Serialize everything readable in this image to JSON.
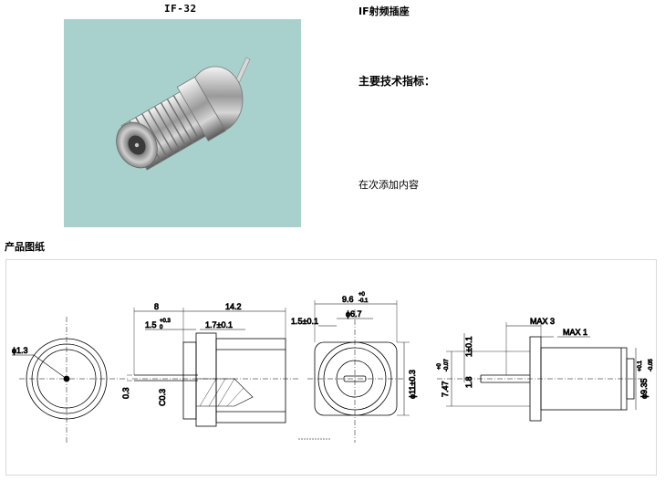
{
  "product": {
    "model": "IF-32",
    "type_title": "IF射频插座",
    "spec_heading": "主要技术指标：",
    "placeholder_text": "在次添加内容"
  },
  "drawing": {
    "heading": "产品图纸",
    "dims": {
      "d_1_3": "ϕ1.3",
      "len_8": "8",
      "len_14_2": "14.2",
      "len_1_5": "1.5",
      "len_1_5_tol_up": "+0.3",
      "len_1_5_tol_low": "0",
      "len_1_7": "1.7±0.1",
      "dim_0_3": "0.3",
      "c0_3": "C0.3",
      "w_9_6": "9.6",
      "w_9_6_tol_up": "+0",
      "w_9_6_tol_low": "-0.1",
      "d_6_7": "ϕ6.7",
      "w_1_5": "1.5±0.1",
      "d_11": "ϕ11±0.3",
      "max3": "MAX 3",
      "max1": "MAX 1",
      "h_1": "1±0.1",
      "h_1_8": "1.8",
      "h_7_47": "7.47",
      "h_7_47_tol_up": "+0",
      "h_7_47_tol_low": "-0.07",
      "d_9_35": "ϕ9.35",
      "d_9_35_tol_up": "+0.1",
      "d_9_35_tol_low": "-0.05"
    }
  },
  "colors": {
    "photo_background": "#a8d0cc",
    "frame_border": "#d9d9d9"
  }
}
